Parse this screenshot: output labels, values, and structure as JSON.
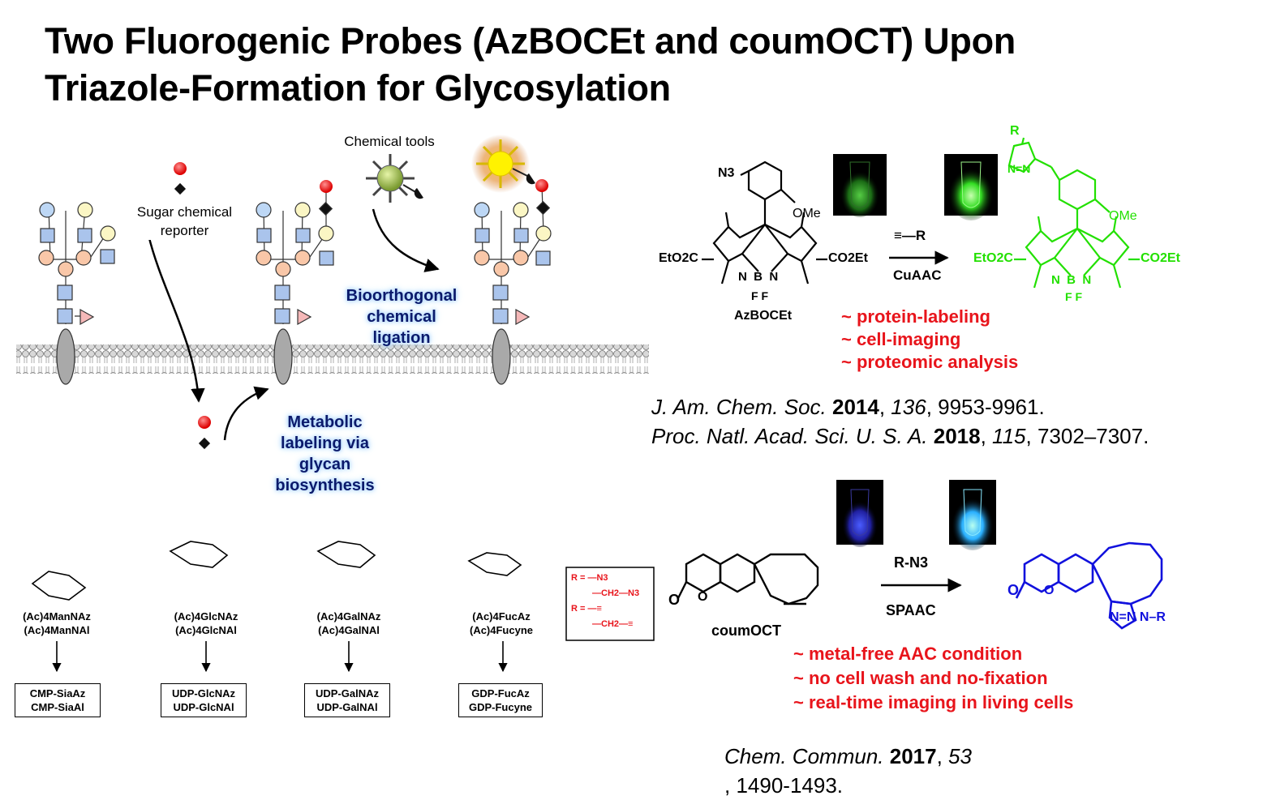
{
  "title": {
    "line1": "Two Fluorogenic Probes (AzBOCEt and coumOCT) Upon",
    "line2": "Triazole-Formation for Glycosylation"
  },
  "diagram": {
    "chemical_tools": "Chemical tools",
    "sugar_reporter_line1": "Sugar chemical",
    "sugar_reporter_line2": "reporter",
    "bioorthogonal": [
      "Bioorthogonal",
      "chemical",
      "ligation"
    ],
    "metabolic": [
      "Metabolic",
      "labeling via",
      "glycan",
      "biosynthesis"
    ]
  },
  "azbocet": {
    "name": "AzBOCEt",
    "reagent": "≡—R",
    "condition": "CuAAC",
    "n3": "N3",
    "ome": "OMe",
    "ester_left": "EtO2C",
    "ester_right": "CO2Et",
    "bf": "F F",
    "bullets": [
      "~ protein-labeling",
      "~ cell-imaging",
      "~ proteomic analysis"
    ]
  },
  "refs_top": {
    "line1": {
      "journal": "J. Am. Chem. Soc.",
      "year": "2014",
      "vol": "136",
      "pages": ", 9953-9961."
    },
    "line2": {
      "journal": "Proc. Natl. Acad. Sci. U. S. A.",
      "year": "2018",
      "vol": "115",
      "pages": ", 7302–7307."
    }
  },
  "coumoct": {
    "name": "coumOCT",
    "reagent": "R-N3",
    "condition": "SPAAC",
    "bullets": [
      "~ metal-free AAC condition",
      "~ no cell wash and no-fixation",
      "~ real-time imaging in living cells"
    ]
  },
  "ref_bottom": {
    "journal": "Chem. Commun.",
    "year": "2017",
    "vol": "53",
    "pages": ", 1490-1493."
  },
  "sugars": [
    {
      "line1": "(Ac)4ManNAz",
      "line2": "(Ac)4ManNAl",
      "box1": "CMP-SiaAz",
      "box2": "CMP-SiaAl"
    },
    {
      "line1": "(Ac)4GlcNAz",
      "line2": "(Ac)4GlcNAl",
      "box1": "UDP-GlcNAz",
      "box2": "UDP-GlcNAl"
    },
    {
      "line1": "(Ac)4GalNAz",
      "line2": "(Ac)4GalNAl",
      "box1": "UDP-GalNAz",
      "box2": "UDP-GalNAl"
    },
    {
      "line1": "(Ac)4FucAz",
      "line2": "(Ac)4Fucyne",
      "box1": "GDP-FucAz",
      "box2": "GDP-Fucyne"
    }
  ],
  "r_groups": {
    "r1": "R = —N3",
    "r2": "—CH2—N3",
    "r3": "R = —≡",
    "r4": "—CH2—≡"
  },
  "colors": {
    "green": "#22e000",
    "blue": "#1111dd",
    "red": "#e8141b",
    "glow": "#9fd0ff"
  }
}
